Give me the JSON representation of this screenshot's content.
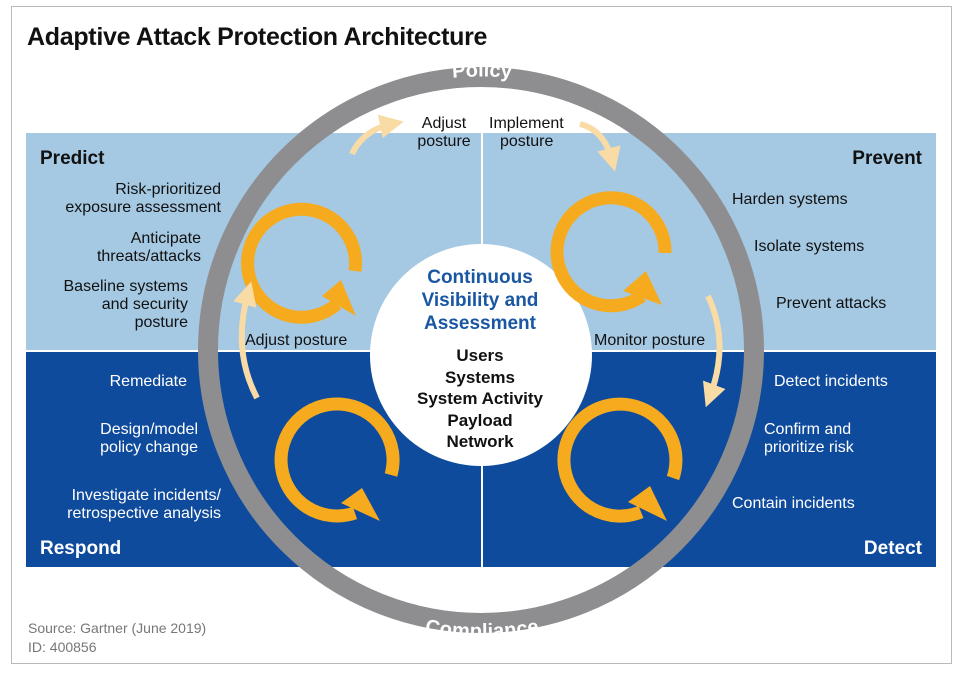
{
  "title": "Adaptive Attack Protection Architecture",
  "ring": {
    "top_label": "Policy",
    "bottom_label": "Compliance"
  },
  "center": {
    "title_lines": [
      "Continuous",
      "Visibility and",
      "Assessment"
    ],
    "items": [
      "Users",
      "Systems",
      "System Activity",
      "Payload",
      "Network"
    ]
  },
  "quadrants": {
    "predict": {
      "label": "Predict",
      "items": [
        [
          "Risk-prioritized",
          "exposure assessment"
        ],
        [
          "Anticipate",
          "threats/attacks"
        ],
        [
          "Baseline systems",
          "and security",
          "posture"
        ]
      ]
    },
    "prevent": {
      "label": "Prevent",
      "items": [
        [
          "Harden systems"
        ],
        [
          "Isolate systems"
        ],
        [
          "Prevent attacks"
        ]
      ]
    },
    "respond": {
      "label": "Respond",
      "items": [
        [
          "Remediate"
        ],
        [
          "Design/model",
          "policy change"
        ],
        [
          "Investigate incidents/",
          "retrospective analysis"
        ]
      ]
    },
    "detect": {
      "label": "Detect",
      "items": [
        [
          "Detect incidents"
        ],
        [
          "Confirm and",
          "prioritize risk"
        ],
        [
          "Contain incidents"
        ]
      ]
    }
  },
  "transitions": {
    "top_left": [
      "Adjust",
      "posture"
    ],
    "top_right": [
      "Implement",
      "posture"
    ],
    "left": "Adjust posture",
    "right": "Monitor posture"
  },
  "source": [
    "Source: Gartner (June 2019)",
    "ID: 400856"
  ],
  "colors": {
    "light_blue": "#a5c8e3",
    "dark_blue": "#0f4b9c",
    "ring_gray": "#8e8e91",
    "cycle_orange": "#f6ab1f",
    "transition_arrow": "#f9dca5",
    "center_title_blue": "#1a57a3"
  }
}
